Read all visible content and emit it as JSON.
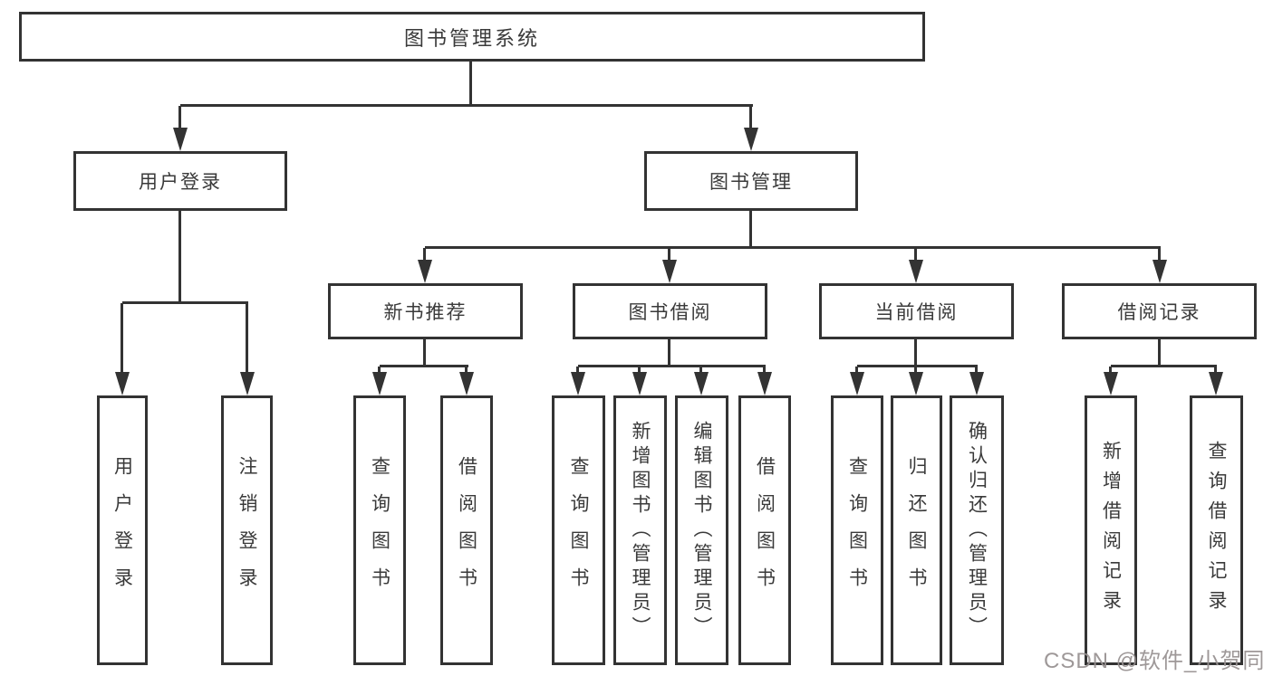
{
  "tree": {
    "label": "图书管理系统",
    "children": [
      {
        "label": "用户登录",
        "children": [
          {
            "label": "用户登录"
          },
          {
            "label": "注销登录"
          }
        ]
      },
      {
        "label": "图书管理",
        "children": [
          {
            "label": "新书推荐",
            "children": [
              {
                "label": "查询图书"
              },
              {
                "label": "借阅图书"
              }
            ]
          },
          {
            "label": "图书借阅",
            "children": [
              {
                "label": "查询图书"
              },
              {
                "label": "新增图书（管理员）"
              },
              {
                "label": "编辑图书（管理员）"
              },
              {
                "label": "借阅图书"
              }
            ]
          },
          {
            "label": "当前借阅",
            "children": [
              {
                "label": "查询图书"
              },
              {
                "label": "归还图书"
              },
              {
                "label": "确认归还（管理员）"
              }
            ]
          },
          {
            "label": "借阅记录",
            "children": [
              {
                "label": "新增借阅记录"
              },
              {
                "label": "查询借阅记录"
              }
            ]
          }
        ]
      }
    ]
  },
  "watermark": {
    "text": "CSDN @软件_小贺同学",
    "color": "#969090"
  },
  "colors": {
    "line": "#333333",
    "box_border": "#333333",
    "box_background": "#ffffff",
    "text": "#3a3a3a",
    "background": "#ffffff"
  }
}
